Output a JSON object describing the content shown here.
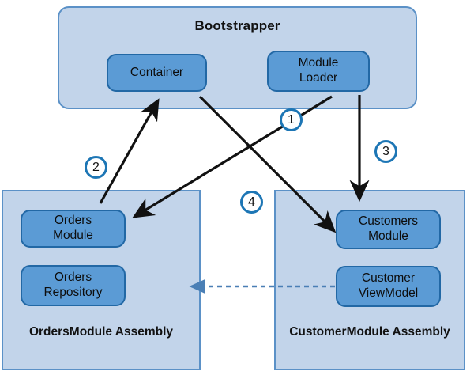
{
  "diagram": {
    "title_visible": false,
    "colors": {
      "container_fill": "#c2d4ea",
      "container_border": "#5b91c7",
      "node_fill": "#5b9bd5",
      "node_border": "#2268a5",
      "callout_ring": "#1d76b5",
      "arrow": "#111111",
      "dashed_arrow": "#4a7fb5",
      "lollipop_stroke": "#1d76b5",
      "background": "#ffffff"
    },
    "bootstrapper": {
      "title": "Bootstrapper",
      "nodes": [
        {
          "id": "container",
          "label": "Container"
        },
        {
          "id": "module-loader",
          "line1": "Module",
          "line2": "Loader"
        }
      ]
    },
    "orders_assembly": {
      "title_line1": "OrdersModule",
      "title_line2": "Assembly",
      "nodes": [
        {
          "id": "orders-module",
          "line1": "Orders",
          "line2": "Module"
        },
        {
          "id": "orders-repository",
          "line1": "Orders",
          "line2": "Repository"
        }
      ],
      "provided_interface": "lollipop"
    },
    "customer_assembly": {
      "title_line1": "CustomerModule",
      "title_line2": "Assembly",
      "nodes": [
        {
          "id": "customers-module",
          "line1": "Customers",
          "line2": "Module"
        },
        {
          "id": "customer-viewmodel",
          "line1": "Customer",
          "line2": "ViewModel"
        }
      ]
    },
    "callouts": [
      {
        "id": "1",
        "label": "1"
      },
      {
        "id": "2",
        "label": "2"
      },
      {
        "id": "3",
        "label": "3"
      },
      {
        "id": "4",
        "label": "4"
      }
    ],
    "connectors": [
      {
        "id": "arrow-1",
        "from": "module-loader",
        "to": "customers-module",
        "style": "solid",
        "direction": "one-way",
        "callout": "1"
      },
      {
        "id": "arrow-2",
        "from": "orders-module",
        "to": "container",
        "style": "solid",
        "direction": "one-way",
        "callout": "2"
      },
      {
        "id": "arrow-3",
        "from": "module-loader",
        "to": "customer-assembly",
        "style": "solid",
        "direction": "one-way",
        "callout": "3"
      },
      {
        "id": "arrow-4",
        "from": "container",
        "to": "orders-module",
        "style": "solid",
        "direction": "one-way",
        "callout": "4"
      },
      {
        "id": "dependency-arrow",
        "from": "customer-viewmodel",
        "to": "orders-repository-interface",
        "style": "dashed",
        "direction": "one-way",
        "callout": null
      }
    ]
  }
}
